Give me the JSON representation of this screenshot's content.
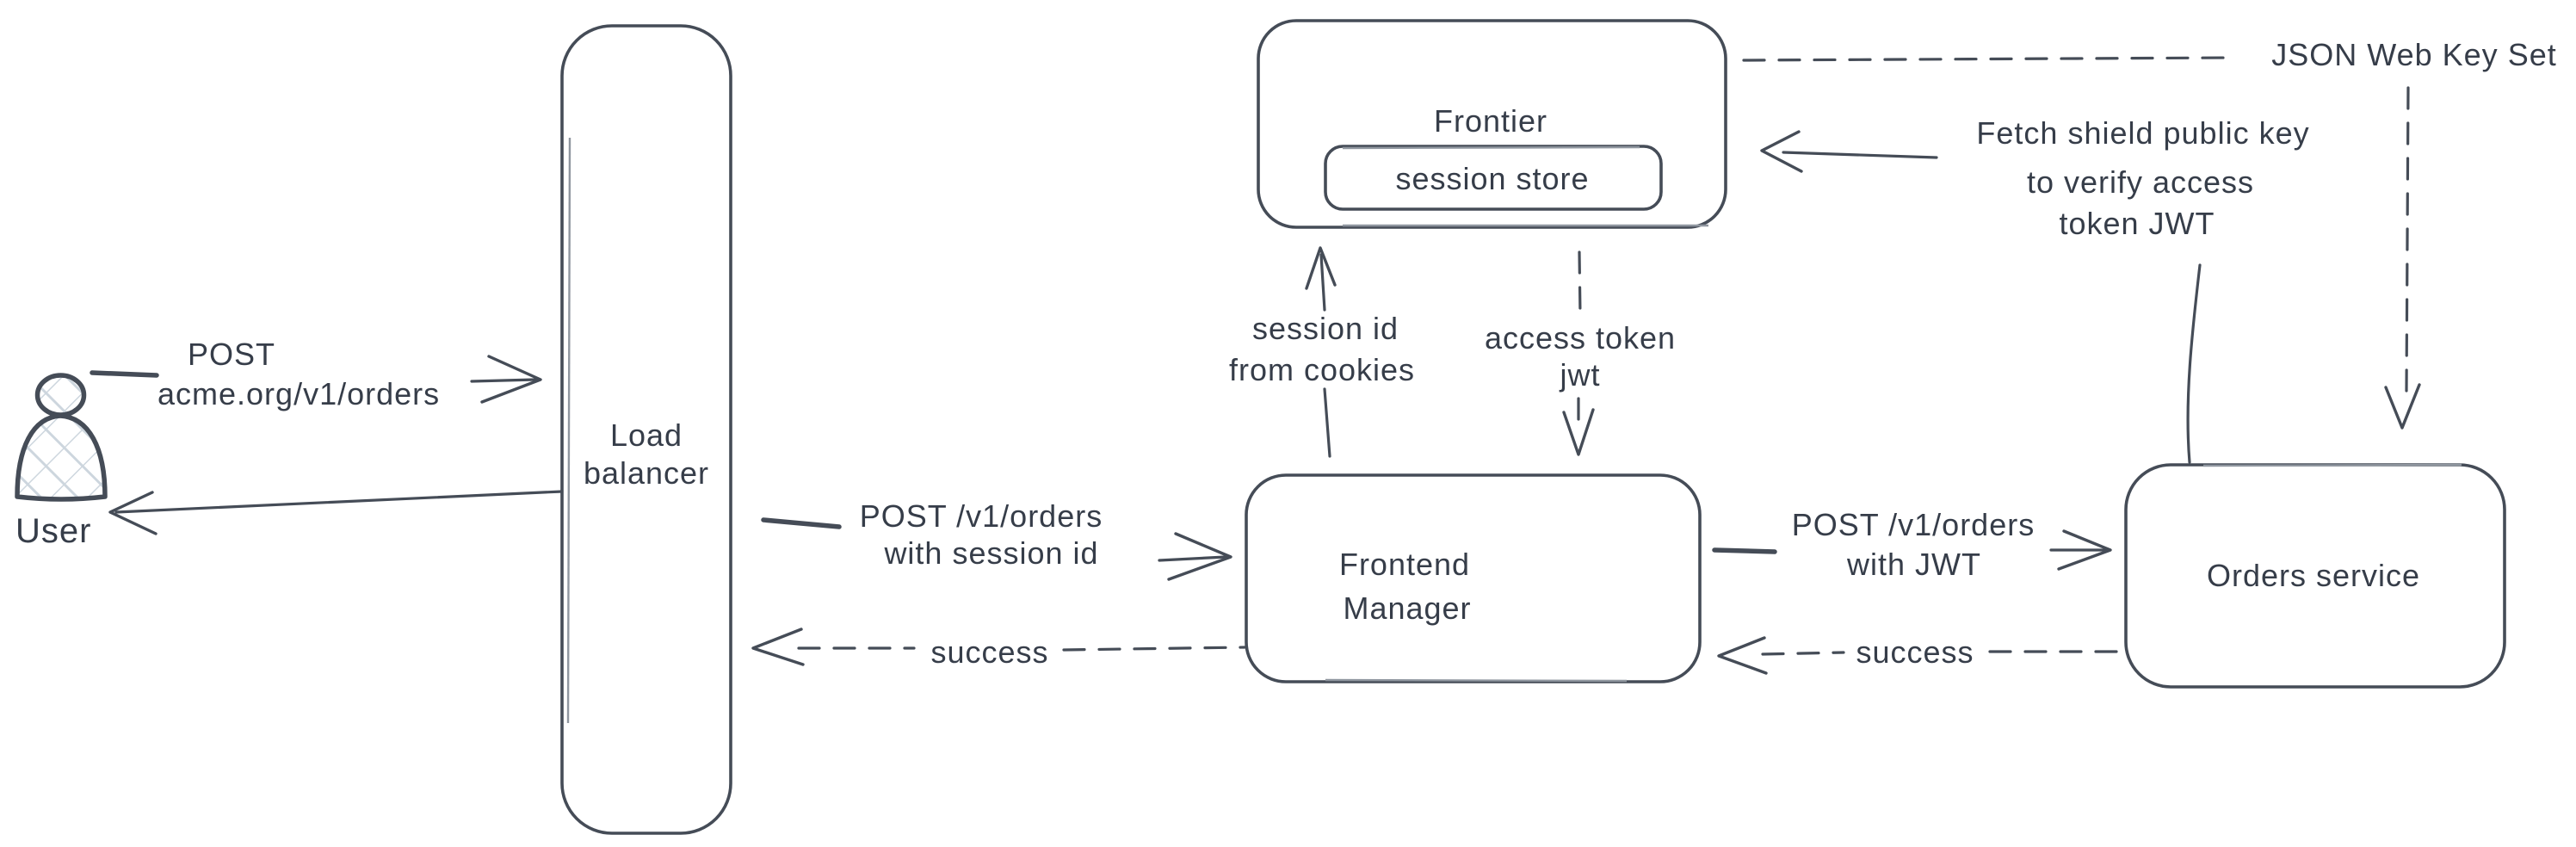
{
  "diagram": {
    "nodes": {
      "user": {
        "label": "User"
      },
      "load_balancer": {
        "line1": "Load",
        "line2": "balancer"
      },
      "frontier": {
        "label": "Frontier",
        "session_store_label": "session store"
      },
      "frontend_manager": {
        "line1": "Frontend",
        "line2": "Manager"
      },
      "orders_service": {
        "label": "Orders service"
      }
    },
    "edges": {
      "user_to_lb": {
        "line1": "POST",
        "line2": "acme.org/v1/orders"
      },
      "lb_to_fm": {
        "line1": "POST /v1/orders",
        "line2": "with session id"
      },
      "fm_to_lb": {
        "label": "success"
      },
      "fm_to_frontier": {
        "line1": "session id",
        "line2": "from cookies"
      },
      "frontier_to_fm": {
        "line1": "access token",
        "line2": "jwt"
      },
      "fm_to_orders": {
        "line1": "POST /v1/orders",
        "line2": "with JWT"
      },
      "orders_to_fm": {
        "label": "success"
      },
      "orders_to_frontier": {
        "line1": "Fetch shield public key",
        "line2": "to verify access",
        "line3": "token JWT"
      },
      "frontier_to_jwks": {
        "label": "JSON Web Key Set"
      }
    },
    "colors": {
      "stroke": "#454c57",
      "text": "#363d49",
      "hatch": "#cdd6de",
      "background": "#ffffff"
    }
  }
}
